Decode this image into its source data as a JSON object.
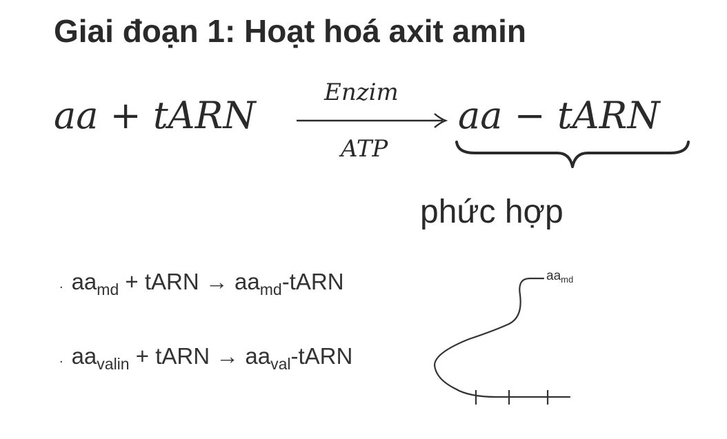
{
  "heading": "Giai đoạn 1: Hoạt hoá axit amin",
  "equation": {
    "left": "aa + tARN",
    "arrow_above": "Enzim",
    "arrow_below": "ATP",
    "right": "aa − tARN",
    "underbrace_label": "phức hợp"
  },
  "reactions": [
    {
      "bullet": ".",
      "reactant": "aa",
      "reactant_sub": "md",
      "plus_term": " + tARN ",
      "arrow": "→",
      "product": " aa",
      "product_sub": "md",
      "product_suffix": "-tARN"
    },
    {
      "bullet": ".",
      "reactant": "aa",
      "reactant_sub": "valin",
      "plus_term": " + tARN ",
      "arrow": "→",
      "product": " aa",
      "product_sub": "val",
      "product_suffix": "-tARN"
    }
  ],
  "diagram": {
    "label_base": "aa",
    "label_sub": "md"
  }
}
